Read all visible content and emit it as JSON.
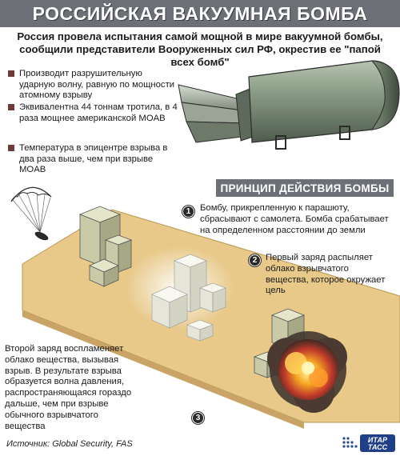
{
  "header": {
    "title": "РОССИЙСКАЯ ВАКУУМНАЯ БОМБА",
    "lead": "Россия провела испытания самой мощной в мире вакуумной бомбы, сообщили представители Вооруженных сил РФ, окрестив ее \"папой всех бомб\""
  },
  "facts": [
    "Производит разрушительную ударную волну, равную по мощности атомному взрыву",
    "Эквивалентна 44 тоннам тротила, в 4 раза мощнее американской MOAB",
    "Температура в эпицентре взрыва в два раза выше, чем при взрыве MOAB"
  ],
  "principle": {
    "title": "ПРИНЦИП ДЕЙСТВИЯ БОМБЫ",
    "steps": [
      {
        "num": "1",
        "text": "Бомбу, прикрепленную к парашюту, сбрасывают с самолета. Бомба срабатывает на определенном расстоянии до земли"
      },
      {
        "num": "2",
        "text": "Первый заряд распыляет облако взрывчатого вещества, которое окружает цель"
      },
      {
        "num": "3",
        "text": "Второй заряд воспламеняет облако вещества, вызывая взрыв. В результате взрыва образуется волна давления, распространяющаяся гораздо дальше, чем при взрыве обычного взрывчатого вещества"
      }
    ]
  },
  "footer": {
    "source": "Источник: Global Security, FAS",
    "agency_top": "ИТАР",
    "agency_bottom": "ТАСС"
  },
  "colors": {
    "header_bg": "#6c6f75",
    "bomb_body": "#8a9a86",
    "ground": "#e8c98a",
    "bullet": "#6e3b3b"
  }
}
